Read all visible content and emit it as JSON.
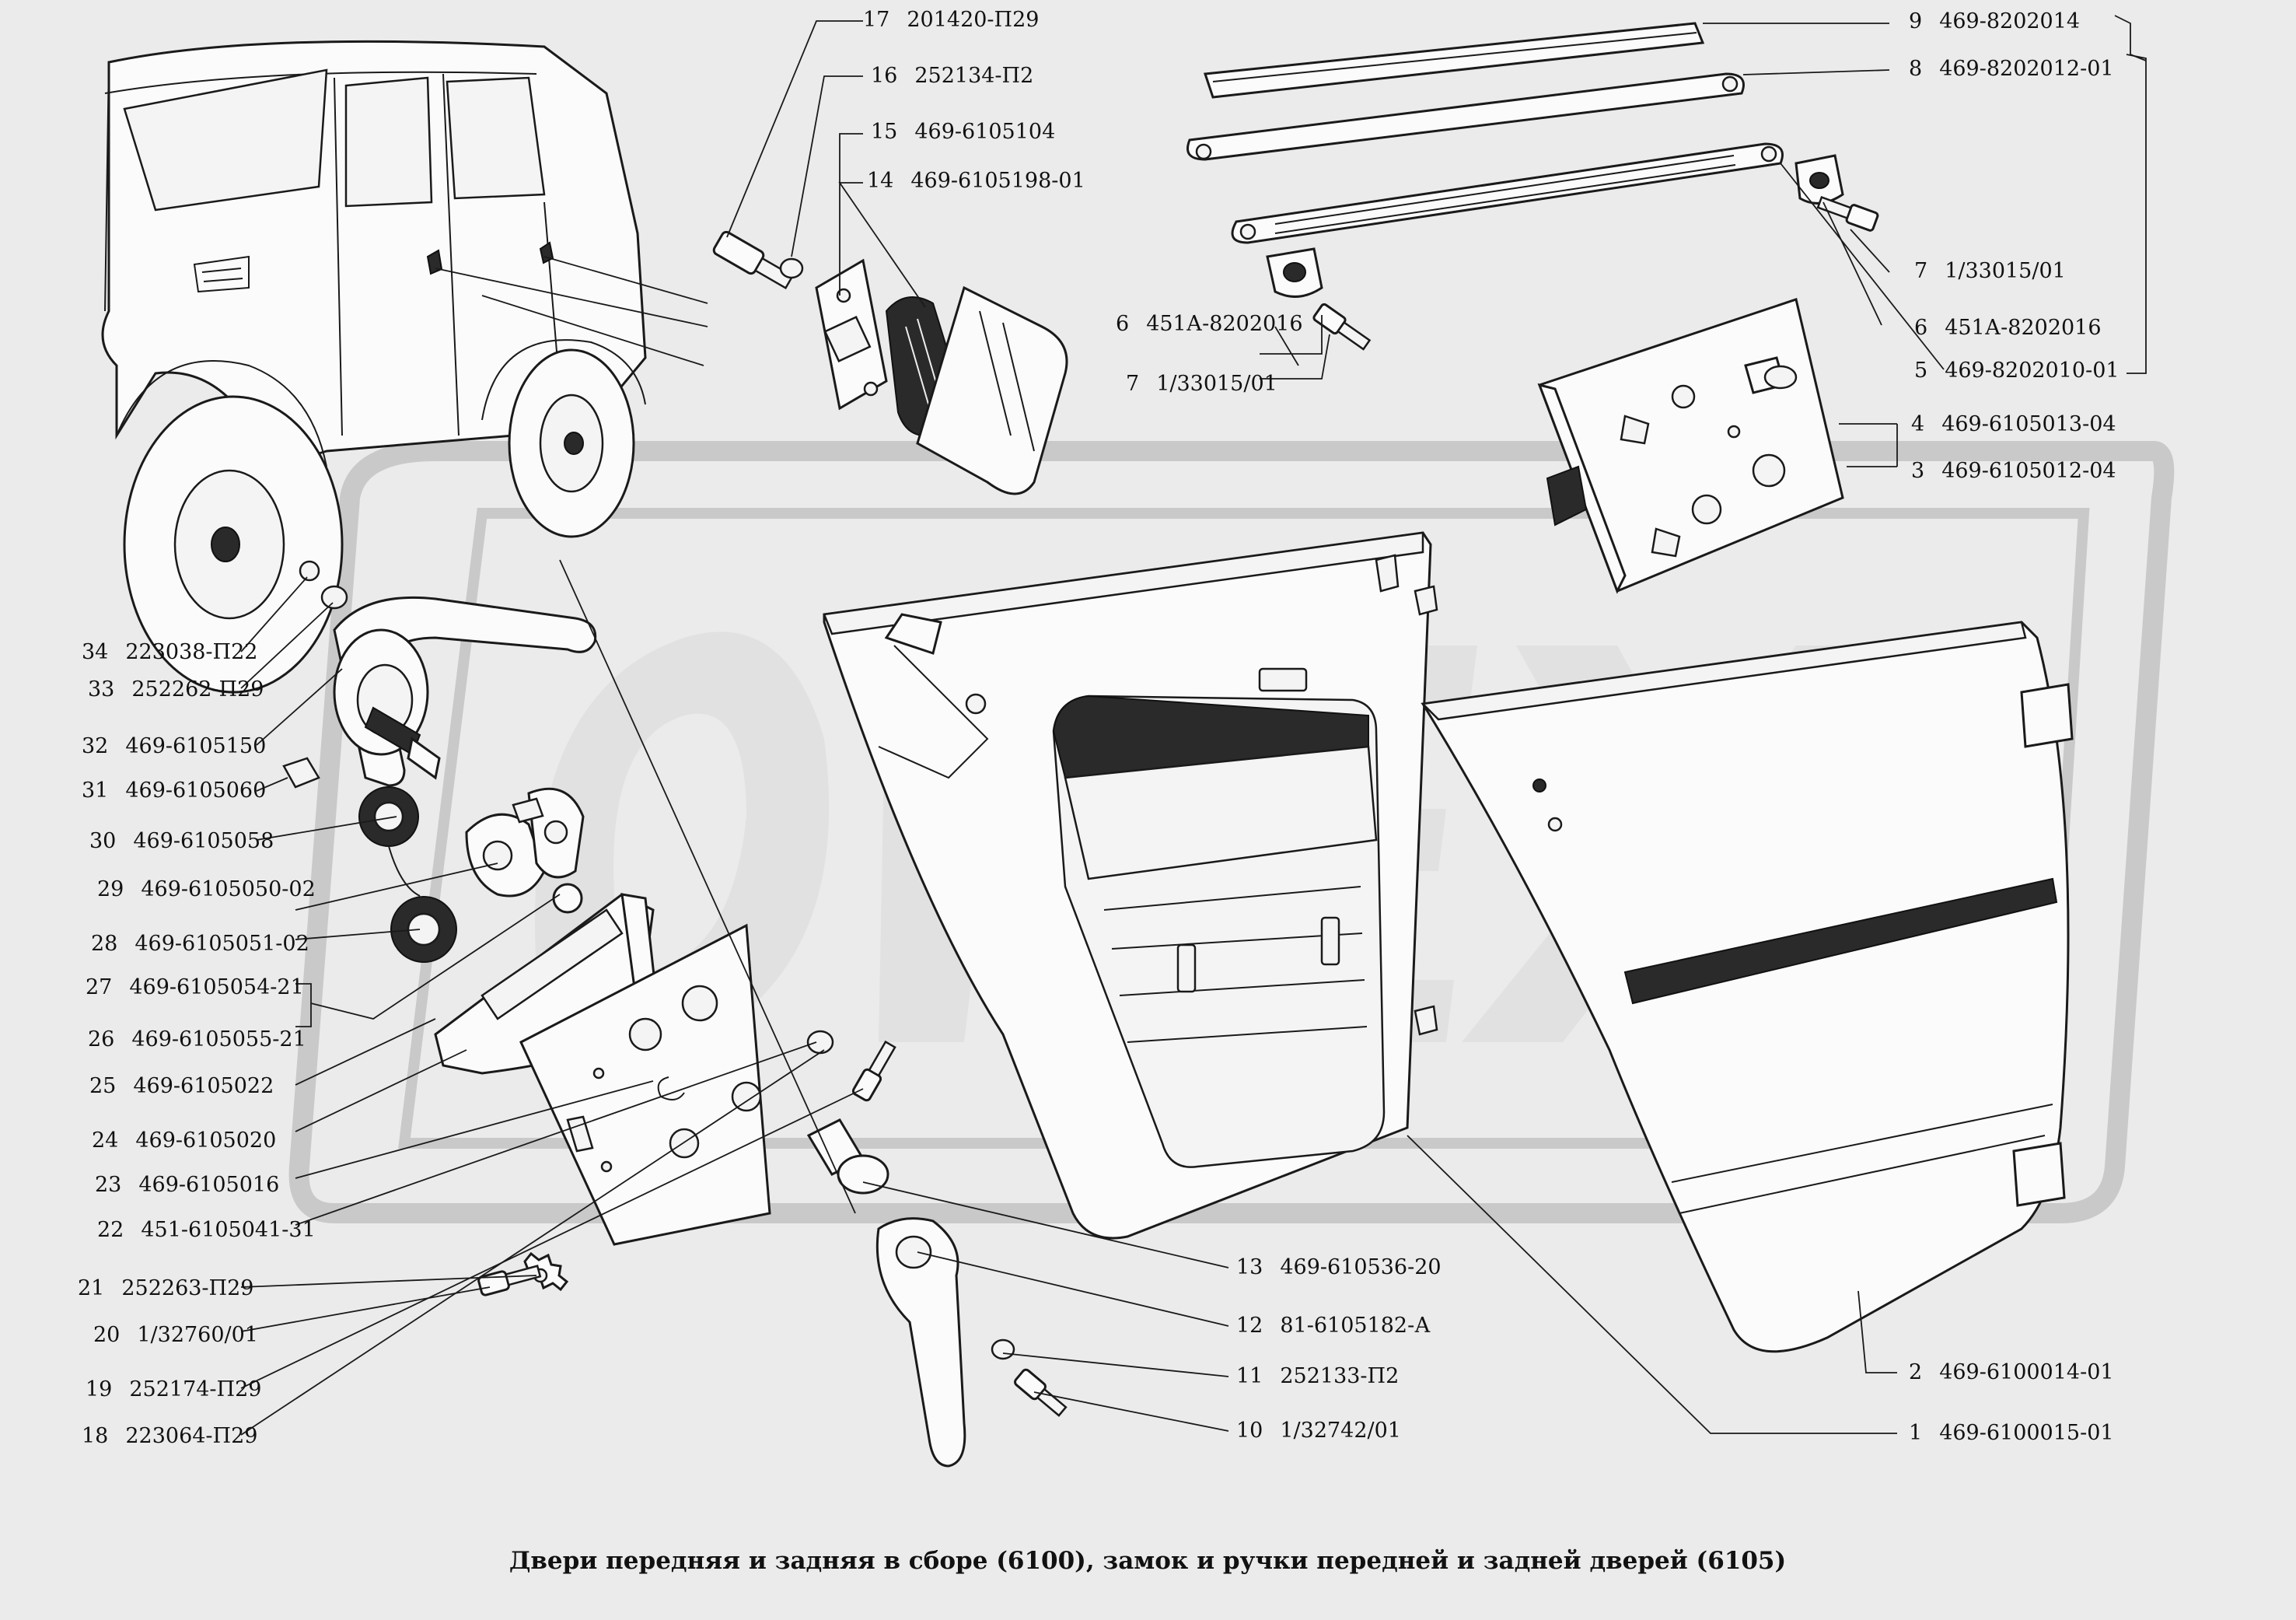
{
  "title": "Двери передняя и задняя в сборе (6100), замок и ручки передней и задней дверей (6105)",
  "watermark": "ОРЕХ",
  "callouts": [
    {
      "no": "17",
      "code": "201420-П29"
    },
    {
      "no": "16",
      "code": "252134-П2"
    },
    {
      "no": "15",
      "code": "469-6105104"
    },
    {
      "no": "14",
      "code": "469-6105198-01"
    },
    {
      "no": "9",
      "code": "469-8202014"
    },
    {
      "no": "8",
      "code": "469-8202012-01"
    },
    {
      "no": "7",
      "code": "1/33015/01"
    },
    {
      "no": "6",
      "code": "451А-8202016"
    },
    {
      "no": "6",
      "code": "451А-8202016"
    },
    {
      "no": "7",
      "code": "1/33015/01"
    },
    {
      "no": "5",
      "code": "469-8202010-01"
    },
    {
      "no": "4",
      "code": "469-6105013-04"
    },
    {
      "no": "3",
      "code": "469-6105012-04"
    },
    {
      "no": "34",
      "code": "223038-П22"
    },
    {
      "no": "33",
      "code": "252262-П29"
    },
    {
      "no": "32",
      "code": "469-6105150"
    },
    {
      "no": "31",
      "code": "469-6105060"
    },
    {
      "no": "30",
      "code": "469-6105058"
    },
    {
      "no": "29",
      "code": "469-6105050-02"
    },
    {
      "no": "28",
      "code": "469-6105051-02"
    },
    {
      "no": "27",
      "code": "469-6105054-21"
    },
    {
      "no": "26",
      "code": "469-6105055-21"
    },
    {
      "no": "25",
      "code": "469-6105022"
    },
    {
      "no": "24",
      "code": "469-6105020"
    },
    {
      "no": "23",
      "code": "469-6105016"
    },
    {
      "no": "22",
      "code": "451-6105041-31"
    },
    {
      "no": "21",
      "code": "252263-П29"
    },
    {
      "no": "20",
      "code": "1/32760/01"
    },
    {
      "no": "19",
      "code": "252174-П29"
    },
    {
      "no": "18",
      "code": "223064-П29"
    },
    {
      "no": "13",
      "code": "469-610536-20"
    },
    {
      "no": "12",
      "code": "81-6105182-А"
    },
    {
      "no": "11",
      "code": "252133-П2"
    },
    {
      "no": "10",
      "code": "1/32742/01"
    },
    {
      "no": "2",
      "code": "469-6100014-01"
    },
    {
      "no": "1",
      "code": "469-6100015-01"
    }
  ]
}
